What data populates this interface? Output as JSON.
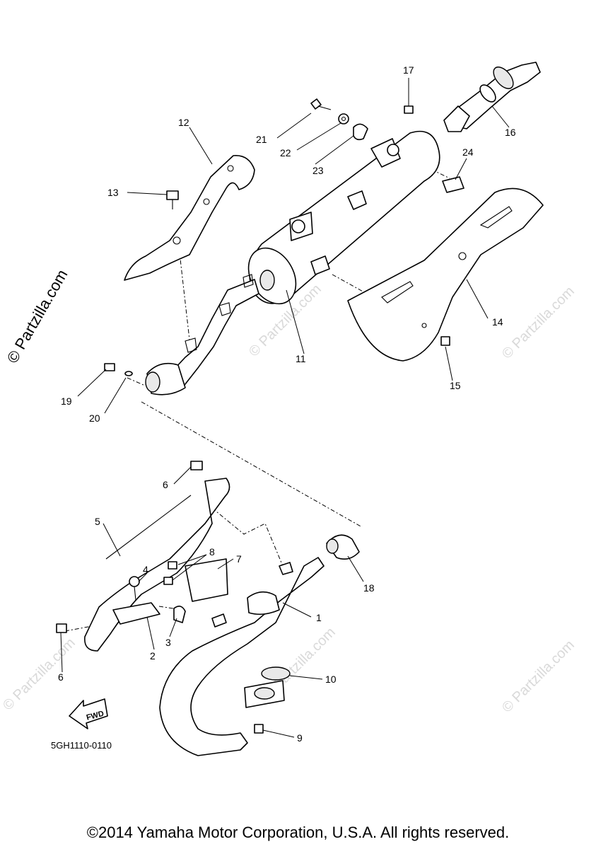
{
  "diagram": {
    "code": "5GH1110-0110",
    "copyright": "©2014 Yamaha Motor Corporation, U.S.A. All rights reserved.",
    "side_watermark": "© Partzilla.com",
    "watermark": "© Partzilla.com",
    "fwd_label": "FWD",
    "callouts": {
      "p1": "1",
      "p2": "2",
      "p3": "3",
      "p4": "4",
      "p5": "5",
      "p6a": "6",
      "p6b": "6",
      "p7": "7",
      "p8": "8",
      "p9": "9",
      "p10": "10",
      "p11": "11",
      "p12": "12",
      "p13": "13",
      "p14": "14",
      "p15": "15",
      "p16": "16",
      "p17": "17",
      "p18": "18",
      "p19": "19",
      "p20": "20",
      "p21": "21",
      "p22": "22",
      "p23": "23",
      "p24": "24"
    }
  }
}
